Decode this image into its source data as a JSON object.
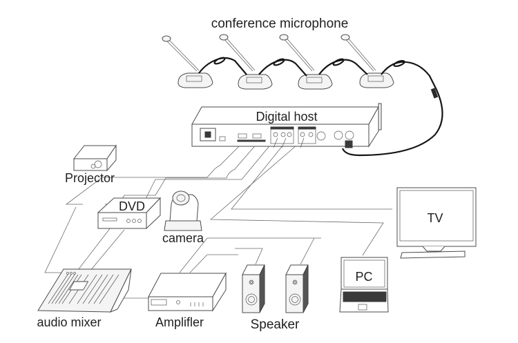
{
  "diagram": {
    "title": "conference microphone",
    "labels": {
      "microphones": "conference microphone",
      "host": "Digital host",
      "projector": "Projector",
      "dvd": "DVD",
      "camera": "camera",
      "tv": "TV",
      "pc": "PC",
      "mixer": "audio mixer",
      "amplifier": "Amplifler",
      "speaker": "Speaker"
    },
    "microphone_count": 4,
    "speaker_count": 2,
    "connections": [
      {
        "from": "conference microphone",
        "to": "Digital host",
        "type": "daisy-chain cable"
      },
      {
        "from": "Digital host",
        "to": "Projector"
      },
      {
        "from": "Digital host",
        "to": "DVD"
      },
      {
        "from": "Digital host",
        "to": "camera"
      },
      {
        "from": "Digital host",
        "to": "TV"
      },
      {
        "from": "Digital host",
        "to": "PC"
      },
      {
        "from": "Digital host",
        "to": "audio mixer"
      },
      {
        "from": "Digital host",
        "to": "Amplifler"
      },
      {
        "from": "Amplifler",
        "to": "Speaker"
      },
      {
        "from": "audio mixer",
        "to": "Amplifler"
      }
    ]
  }
}
